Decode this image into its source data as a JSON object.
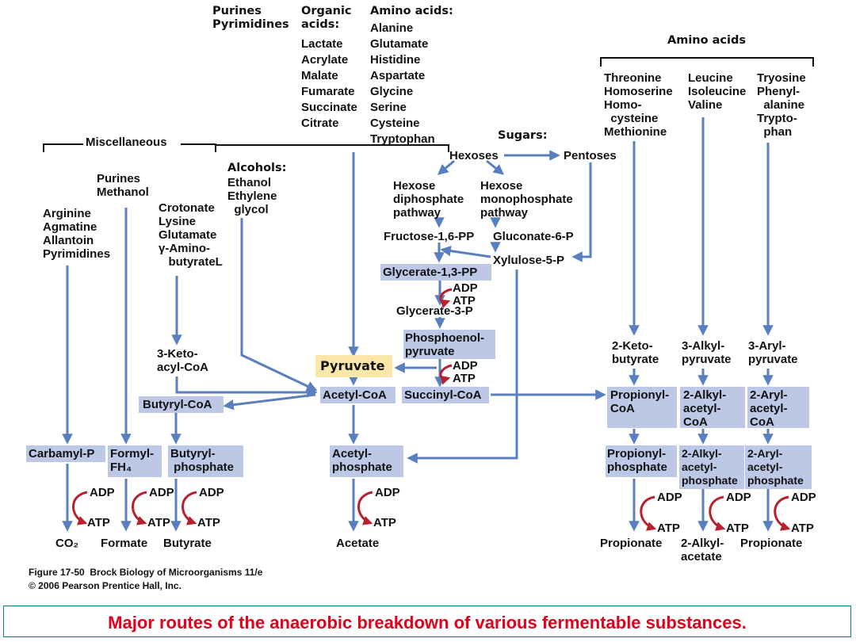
{
  "labels": {
    "purines_pyrimidines": "Purines\nPyrimidines",
    "organic_acids": "Organic\nacids:",
    "organic_acid_list": "Lactate\nAcrylate\nMalate\nFumarate\nSuccinate\nCitrate",
    "amino_acids_header": "Amino acids:",
    "amino_acid_list": "Alanine\nGlutamate\nHistidine\nAspartate\nGlycine\nSerine\nCysteine\nTryptophan",
    "amino_acids_group": "Amino acids",
    "threonine_group": "Threonine\nHomoserine\nHomo-\n  cysteine\nMethionine",
    "leucine_group": "Leucine\nIsoleucine\nValine",
    "tyrosine_group": "Tryosine\nPhenyl-\n  alanine\nTrypto-\n  phan",
    "miscellaneous": "Miscellaneous",
    "sugars": "Sugars:",
    "hexoses": "Hexoses",
    "pentoses": "Pentoses",
    "purines_methanol": "Purines\nMethanol",
    "alcohols": "Alcohols:",
    "alcohol_list": "Ethanol\nEthylene\n  glycol",
    "arginine_group": "Arginine\nAgmatine\nAllantoin\nPyrimidines",
    "crotonate_group": "Crotonate\nLysine\nGlutamate\nγ-Amino-\n   butyrateL",
    "hexose_diphosphate": "Hexose\ndiphosphate\npathway",
    "hexose_monophosphate": "Hexose\nmonophosphate\npathway",
    "fructose": "Fructose-1,6-PP",
    "gluconate": "Gluconate-6-P",
    "xylulose": "Xylulose-5-P",
    "glycerate13pp": "Glycerate-1,3-PP",
    "adp": "ADP",
    "atp": "ATP",
    "glycerate3p": "Glycerate-3-P",
    "phosphoenol": "Phosphoenol-\npyruvate",
    "keto_acyl": "3-Keto-\nacyl-CoA",
    "pyruvate": "Pyruvate",
    "keto_butyrate": "2-Keto-\nbutyrate",
    "alkyl_pyruvate": "3-Alkyl-\npyruvate",
    "aryl_pyruvate": "3-Aryl-\npyruvate",
    "butyryl_coa": "Butyryl-CoA",
    "acetyl_coa": "Acetyl-CoA",
    "succinyl_coa": "Succinyl-CoA",
    "propionyl_coa": "Propionyl-\nCoA",
    "alkyl_acetyl_coa": "2-Alkyl-\nacetyl-\nCoA",
    "aryl_acetyl_coa": "2-Aryl-\nacetyl-\nCoA",
    "carbamyl_p": "Carbamyl-P",
    "formyl_fh4": "Formyl-\nFH₄",
    "butyryl_phosphate": "Butyryl-\n phosphate",
    "acetyl_phosphate": "Acetyl-\nphosphate",
    "propionyl_phosphate": "Propionyl-\nphosphate",
    "alkyl_acetyl_phosphate": "2-Alkyl-\nacetyl-\nphosphate",
    "aryl_acetyl_phosphate": "2-Aryl-\nacetyl-\nphosphate",
    "co2": "CO₂",
    "formate": "Formate",
    "butyrate": "Butyrate",
    "acetate": "Acetate",
    "propionate": "Propionate",
    "alkyl_acetate": "2-Alkyl-\nacetate",
    "caption": "Figure 17-50  Brock Biology of Microorganisms 11/e\n© 2006 Pearson Prentice Hall, Inc.",
    "bottom_title": "Major routes of the anaerobic breakdown of various fermentable substances."
  },
  "colors": {
    "arrow": "#5a7fbf",
    "energy_arrow": "#b8202e",
    "box": "#bcc8e6",
    "pyruvate_box": "#fbe7a8",
    "title_text": "#e2001a",
    "bar_border": "#0a7b8f"
  }
}
